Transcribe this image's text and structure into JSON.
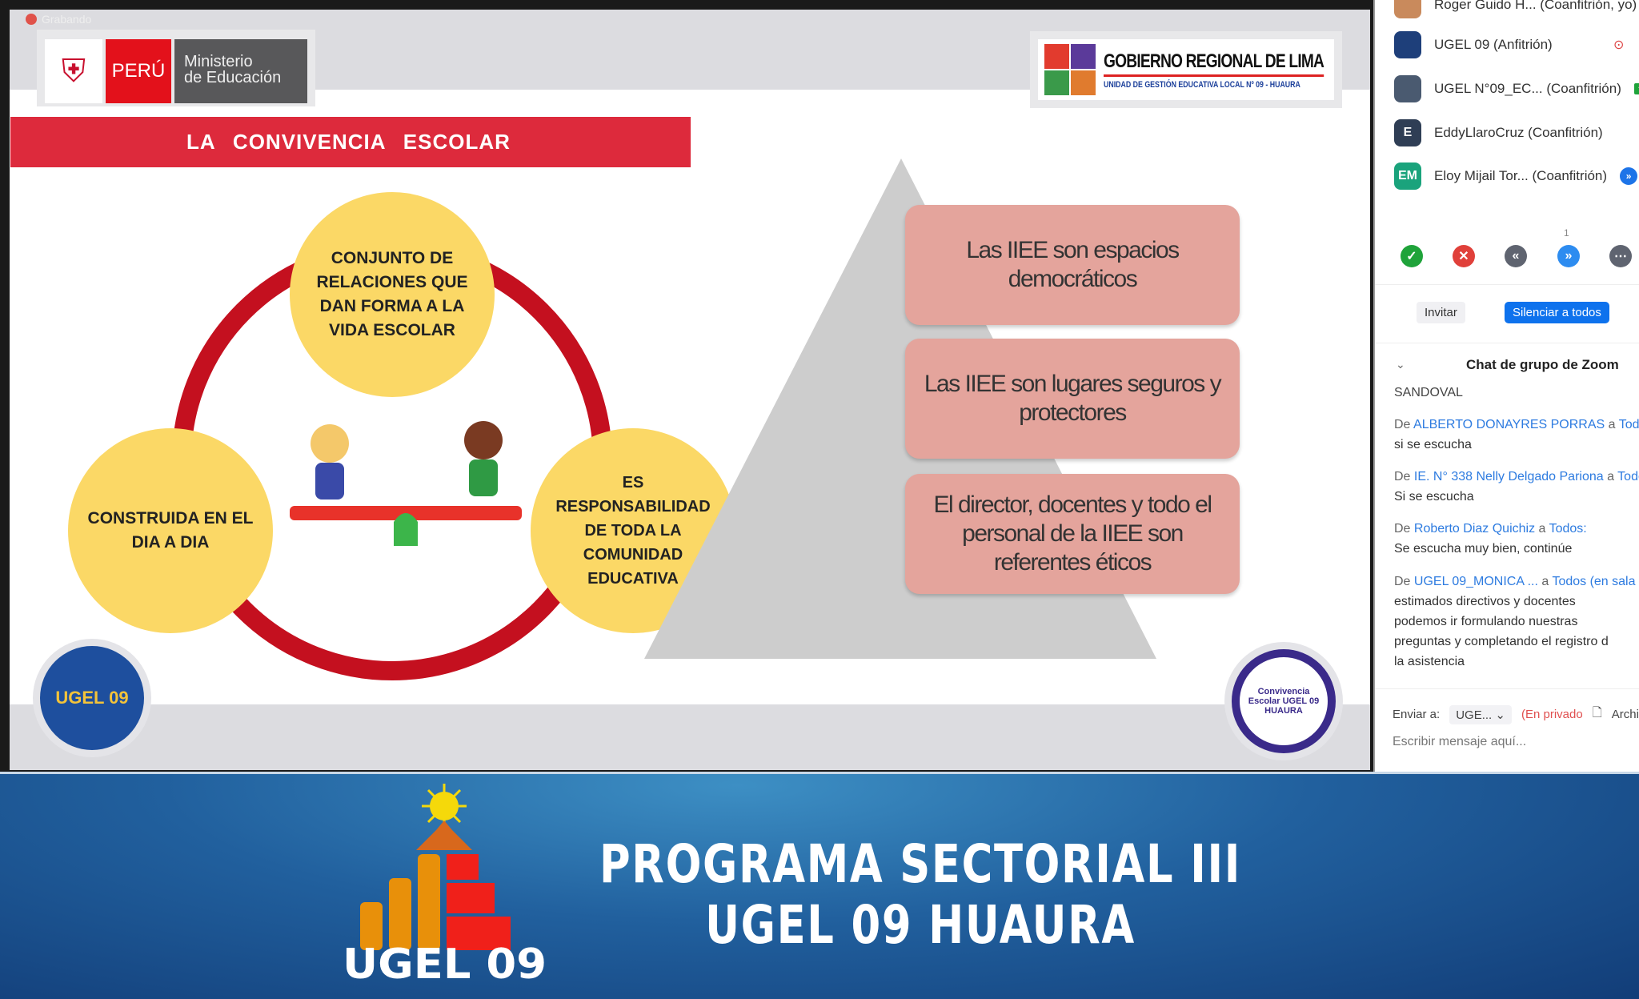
{
  "recording": {
    "label": "Grabando"
  },
  "slide": {
    "minedu": {
      "peru": "PERÚ",
      "line1": "Ministerio",
      "line2": "de Educación"
    },
    "gore": {
      "title": "GOBIERNO REGIONAL DE LIMA",
      "subtitle": "UNIDAD DE GESTIÓN EDUCATIVA LOCAL Nº 09 - HUAURA"
    },
    "title": "LA CONVIVENCIA ESCOLAR",
    "circles": [
      "CONJUNTO DE RELACIONES QUE DAN FORMA A LA VIDA ESCOLAR",
      "CONSTRUIDA EN EL DIA A DIA",
      "ES RESPONSABILIDAD DE TODA LA COMUNIDAD EDUCATIVA"
    ],
    "boxes": [
      "Las IIEE son espacios democráticos",
      "Las IIEE son lugares seguros y protectores",
      "El director, docentes y todo el personal de la IIEE son referentes éticos"
    ],
    "logo_left": "UGEL 09",
    "logo_right": "Convivencia Escolar UGEL 09 HUAURA"
  },
  "participants": [
    {
      "name": "Roger Guido H... (Coanfitrión, yo)",
      "avatar": "",
      "color": "#c98a5c"
    },
    {
      "name": "UGEL 09 (Anfitrión)",
      "avatar": "",
      "color": "#1e3f7a"
    },
    {
      "name": "UGEL N°09_EC... (Coanfitrión)",
      "avatar": "",
      "color": "#4a5a70"
    },
    {
      "name": "EddyLlaroCruz (Coanfitrión)",
      "avatar": "E",
      "color": "#2f3e55"
    },
    {
      "name": "Eloy Mijail Tor... (Coanfitrión)",
      "avatar": "EM",
      "color": "#1aa37c"
    }
  ],
  "controls": {
    "count": "1",
    "invite": "Invitar",
    "mute_all": "Silenciar a todos"
  },
  "chat": {
    "title": "Chat de grupo de Zoom",
    "top_fragment": "SANDOVAL",
    "messages": [
      {
        "prefix": "De",
        "sender": "ALBERTO DONAYRES PORRAS",
        "to_word": "a",
        "to": "Todos:",
        "text": [
          "si se escucha"
        ]
      },
      {
        "prefix": "De",
        "sender": "IE. N° 338 Nelly Delgado Pariona",
        "to_word": "a",
        "to": "Todos",
        "text": [
          "Si se escucha"
        ]
      },
      {
        "prefix": "De",
        "sender": "Roberto Diaz Quichiz",
        "to_word": "a",
        "to": "Todos:",
        "text": [
          "Se escucha muy bien, continúe"
        ]
      },
      {
        "prefix": "De",
        "sender": "UGEL 09_MONICA ...",
        "to_word": "a",
        "to": "Todos (en sala de",
        "text": [
          "estimados directivos y docentes",
          "podemos ir formulando nuestras",
          "preguntas y completando el registro d",
          "la asistencia"
        ]
      }
    ],
    "send_to_label": "Enviar a:",
    "send_to_value": "UGE...",
    "private": "(En privado",
    "file": "Archivo",
    "placeholder": "Escribir mensaje aquí..."
  },
  "banner": {
    "line1": "PROGRAMA SECTORIAL III",
    "line2": "UGEL 09 HUAURA",
    "logo_text": "UGEL 09"
  }
}
